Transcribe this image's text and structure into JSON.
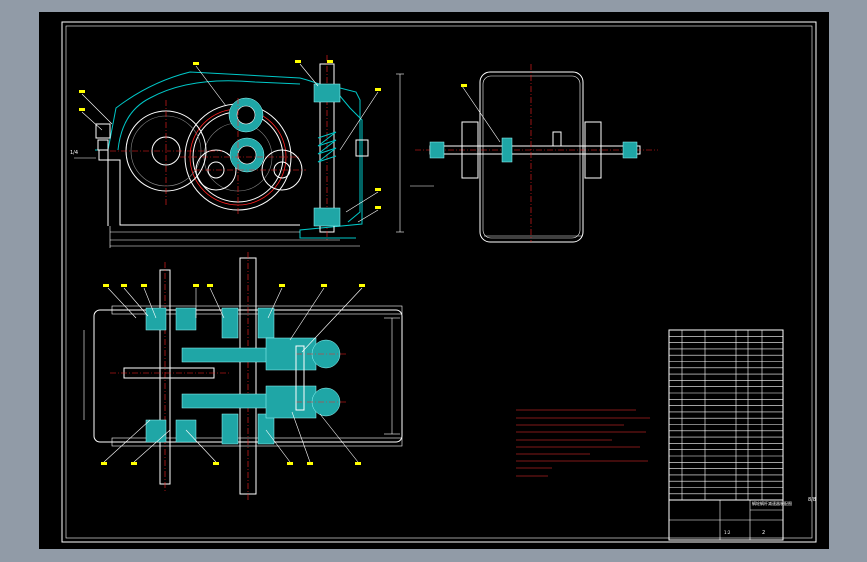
{
  "drawing": {
    "stage_label": "1/4",
    "page_mark": "8/8",
    "title_block": {
      "drawing_title": "蜗轮蜗杆减速器装配图",
      "rev": "2",
      "scale": "1:2"
    }
  },
  "colors": {
    "background": "#919ba7",
    "sheet": "#000000",
    "lines": "#ffffff",
    "centerlines": "#ff2020",
    "section_fill": "#1fa6a6",
    "markers": "#ffff00"
  }
}
